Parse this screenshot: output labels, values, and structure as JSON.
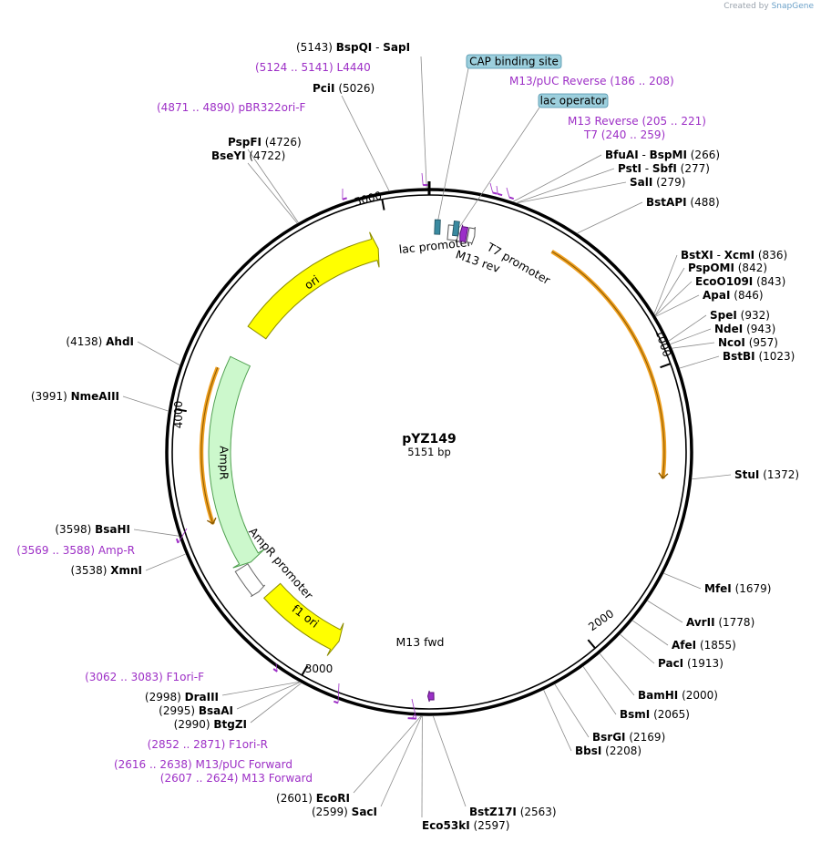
{
  "credit": {
    "prefix": "Created by",
    "brand": "SnapGene"
  },
  "plasmid": {
    "name": "pYZ149",
    "size_label": "5151 bp",
    "length": 5151
  },
  "ticks": [
    {
      "bp": 1000,
      "label": "1000"
    },
    {
      "bp": 2000,
      "label": "2000"
    },
    {
      "bp": 3000,
      "label": "3000"
    },
    {
      "bp": 4000,
      "label": "4000"
    },
    {
      "bp": 5000,
      "label": "5000"
    }
  ],
  "features": [
    {
      "id": "ori",
      "label": "ori",
      "start": 4360,
      "end": 4950,
      "direction": "cw",
      "color": "#ffff00",
      "stroke": "#8c8c00",
      "label_inside": true
    },
    {
      "id": "ampr",
      "label": "AmpR",
      "start": 3410,
      "end": 4230,
      "direction": "ccw",
      "color": "#ccf8cc",
      "stroke": "#50a050",
      "label_inside": true
    },
    {
      "id": "ampr-promoter",
      "label": "AmpR promoter",
      "start": 3300,
      "end": 3410,
      "direction": "ccw",
      "color": "#ffffff",
      "stroke": "#666666",
      "label_inside": false
    },
    {
      "id": "f1-ori",
      "label": "f1 ori",
      "start": 2940,
      "end": 3270,
      "direction": "ccw",
      "color": "#ffff00",
      "stroke": "#8c8c00",
      "label_inside": true
    },
    {
      "id": "lac-promoter",
      "label": "lac promoter",
      "start": 70,
      "end": 110,
      "direction": "cw",
      "color": "#ffffff",
      "stroke": "#555555",
      "label_inside": false
    },
    {
      "id": "m13-rev",
      "label": "M13 rev",
      "start": 115,
      "end": 140,
      "direction": "ccw",
      "color": "#9b30c8",
      "stroke": "#5a1078",
      "label_inside": false
    },
    {
      "id": "t7-promoter",
      "label": "T7 promoter",
      "start": 145,
      "end": 170,
      "direction": "cw",
      "color": "#ffffff",
      "stroke": "#555555",
      "label_inside": false
    },
    {
      "id": "m13-fwd",
      "label": "M13 fwd",
      "start": 2560,
      "end": 2580,
      "direction": "cw",
      "color": "#9b30c8",
      "stroke": "#5a1078",
      "label_inside": false
    }
  ],
  "orfs": [
    {
      "start": 4175,
      "end": 3600,
      "direction": "ccw"
    },
    {
      "start": 450,
      "end": 1380,
      "direction": "cw"
    }
  ],
  "labeled_boxes": [
    {
      "text": "CAP binding site",
      "bp": 25
    },
    {
      "text": "lac operator",
      "bp": 100
    }
  ],
  "sites": [
    {
      "name": "BspQI",
      "name2": "SapI",
      "pos": "(5143)",
      "bp": 5143
    },
    {
      "name": "PciI",
      "pos": "(5026)",
      "bp": 5026
    },
    {
      "name": "PspFI",
      "pos": "(4726)",
      "bp": 4726
    },
    {
      "name": "BseYI",
      "pos": "(4722)",
      "bp": 4722
    },
    {
      "name": "BfuAI",
      "name2": "BspMI",
      "pos": "(266)",
      "bp": 266
    },
    {
      "name": "PstI",
      "name2": "SbfI",
      "pos": "(277)",
      "bp": 277
    },
    {
      "name": "SalI",
      "pos": "(279)",
      "bp": 279
    },
    {
      "name": "BstAPI",
      "pos": "(488)",
      "bp": 488
    },
    {
      "name": "BstXI",
      "name2": "XcmI",
      "pos": "(836)",
      "bp": 836
    },
    {
      "name": "PspOMI",
      "pos": "(842)",
      "bp": 842
    },
    {
      "name": "EcoO109I",
      "pos": "(843)",
      "bp": 843
    },
    {
      "name": "ApaI",
      "pos": "(846)",
      "bp": 846
    },
    {
      "name": "SpeI",
      "pos": "(932)",
      "bp": 932
    },
    {
      "name": "NdeI",
      "pos": "(943)",
      "bp": 943
    },
    {
      "name": "NcoI",
      "pos": "(957)",
      "bp": 957
    },
    {
      "name": "BstBI",
      "pos": "(1023)",
      "bp": 1023
    },
    {
      "name": "StuI",
      "pos": "(1372)",
      "bp": 1372
    },
    {
      "name": "MfeI",
      "pos": "(1679)",
      "bp": 1679
    },
    {
      "name": "AvrII",
      "pos": "(1778)",
      "bp": 1778
    },
    {
      "name": "AfeI",
      "pos": "(1855)",
      "bp": 1855
    },
    {
      "name": "PacI",
      "pos": "(1913)",
      "bp": 1913
    },
    {
      "name": "BamHI",
      "pos": "(2000)",
      "bp": 2000
    },
    {
      "name": "BsmI",
      "pos": "(2065)",
      "bp": 2065
    },
    {
      "name": "BsrGI",
      "pos": "(2169)",
      "bp": 2169
    },
    {
      "name": "BbsI",
      "pos": "(2208)",
      "bp": 2208
    },
    {
      "name": "BstZ17I",
      "pos": "(2563)",
      "bp": 2563
    },
    {
      "name": "Eco53kI",
      "pos": "(2597)",
      "bp": 2597
    },
    {
      "name": "SacI",
      "pos": "(2599)",
      "bp": 2599
    },
    {
      "name": "EcoRI",
      "pos": "(2601)",
      "bp": 2601
    },
    {
      "name": "BtgZI",
      "pos": "(2990)",
      "bp": 2990
    },
    {
      "name": "BsaAI",
      "pos": "(2995)",
      "bp": 2995
    },
    {
      "name": "DraIII",
      "pos": "(2998)",
      "bp": 2998
    },
    {
      "name": "XmnI",
      "pos": "(3538)",
      "bp": 3538
    },
    {
      "name": "BsaHI",
      "pos": "(3598)",
      "bp": 3598
    },
    {
      "name": "NmeAIII",
      "pos": "(3991)",
      "bp": 3991
    },
    {
      "name": "AhdI",
      "pos": "(4138)",
      "bp": 4138
    }
  ],
  "primers": [
    {
      "name": "L4440",
      "range": "(5124 .. 5141)",
      "bp": 5132
    },
    {
      "name": "pBR322ori-F",
      "range": "(4871 .. 4890)",
      "bp": 4880
    },
    {
      "name": "M13/pUC Reverse",
      "range": "(186 .. 208)",
      "bp": 197
    },
    {
      "name": "M13 Reverse",
      "range": "(205 .. 221)",
      "bp": 213
    },
    {
      "name": "T7",
      "range": "(240 .. 259)",
      "bp": 250
    },
    {
      "name": "Amp-R",
      "range": "(3569 .. 3588)",
      "bp": 3578
    },
    {
      "name": "F1ori-F",
      "range": "(3062 .. 3083)",
      "bp": 3072
    },
    {
      "name": "F1ori-R",
      "range": "(2852 .. 2871)",
      "bp": 2861
    },
    {
      "name": "M13/pUC Forward",
      "range": "(2616 .. 2638)",
      "bp": 2627
    },
    {
      "name": "M13 Forward",
      "range": "(2607 .. 2624)",
      "bp": 2615
    }
  ]
}
